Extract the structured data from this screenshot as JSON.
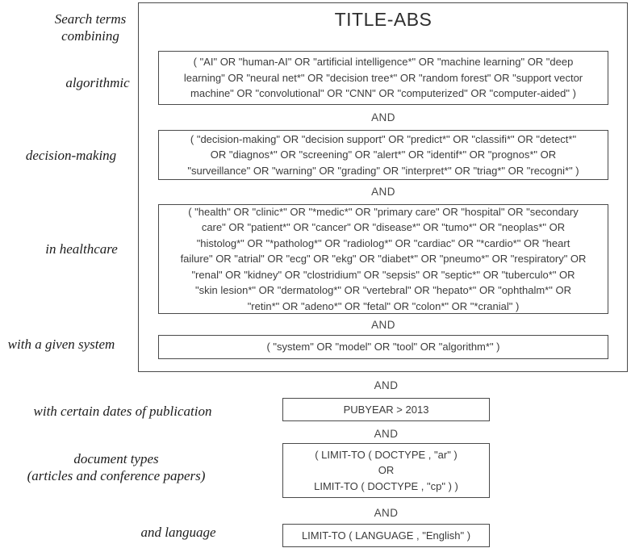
{
  "title": "TITLE-ABS",
  "operators": {
    "and": "AND"
  },
  "side_labels": {
    "combining": [
      "Search terms",
      "combining"
    ],
    "algorithmic": "algorithmic",
    "decision_making": "decision-making",
    "in_healthcare": "in healthcare",
    "given_system": "with a given system",
    "dates": "with certain dates of publication",
    "doc_types": [
      "document types",
      "(articles and conference papers)"
    ],
    "language": "and language"
  },
  "queries": {
    "algorithmic": [
      "( \"AI\" OR \"human-AI\" OR \"artificial intelligence*\" OR \"machine learning\" OR \"deep",
      "learning\" OR \"neural net*\" OR \"decision tree*\" OR \"random forest\" OR \"support vector",
      "machine\" OR \"convolutional\" OR \"CNN\" OR \"computerized\" OR \"computer-aided\" )"
    ],
    "decision_making": [
      "( \"decision-making\" OR \"decision support\" OR \"predict*\" OR \"classifi*\" OR \"detect*\"",
      "OR \"diagnos*\" OR \"screening\" OR \"alert*\" OR \"identif*\" OR \"prognos*\" OR",
      "\"surveillance\" OR \"warning\" OR \"grading\" OR \"interpret*\" OR \"triag*\" OR \"recogni*\" )"
    ],
    "in_healthcare": [
      "( \"health\" OR \"clinic*\" OR \"*medic*\" OR \"primary care\" OR \"hospital\" OR \"secondary",
      "care\" OR \"patient*\" OR \"cancer\" OR \"disease*\" OR \"tumo*\" OR \"neoplas*\" OR",
      "\"histolog*\" OR \"*patholog*\" OR \"radiolog*\" OR \"cardiac\" OR \"*cardio*\" OR \"heart",
      "failure\" OR \"atrial\" OR \"ecg\" OR \"ekg\" OR \"diabet*\" OR \"pneumo*\" OR \"respiratory\" OR",
      "\"renal\" OR \"kidney\" OR \"clostridium\" OR \"sepsis\" OR \"septic*\" OR \"tuberculo*\" OR",
      "\"skin lesion*\" OR \"dermatolog*\" OR \"vertebral\" OR \"hepato*\" OR \"ophthalm*\" OR",
      "\"retin*\" OR \"adeno*\" OR \"fetal\" OR \"colon*\" OR \"*cranial\" )"
    ],
    "given_system": "( \"system\" OR \"model\" OR \"tool\" OR \"algorithm*\" )",
    "pubyear": "PUBYEAR > 2013",
    "doc_types": [
      "( LIMIT-TO ( DOCTYPE , \"ar\" )",
      "OR",
      "LIMIT-TO ( DOCTYPE , \"cp\" ) )"
    ],
    "language": "LIMIT-TO ( LANGUAGE , \"English\" )"
  },
  "colors": {
    "border": "#4a4a4a",
    "query_text": "#3b3b3b",
    "label_text": "#1c1c1c",
    "background": "#ffffff"
  }
}
